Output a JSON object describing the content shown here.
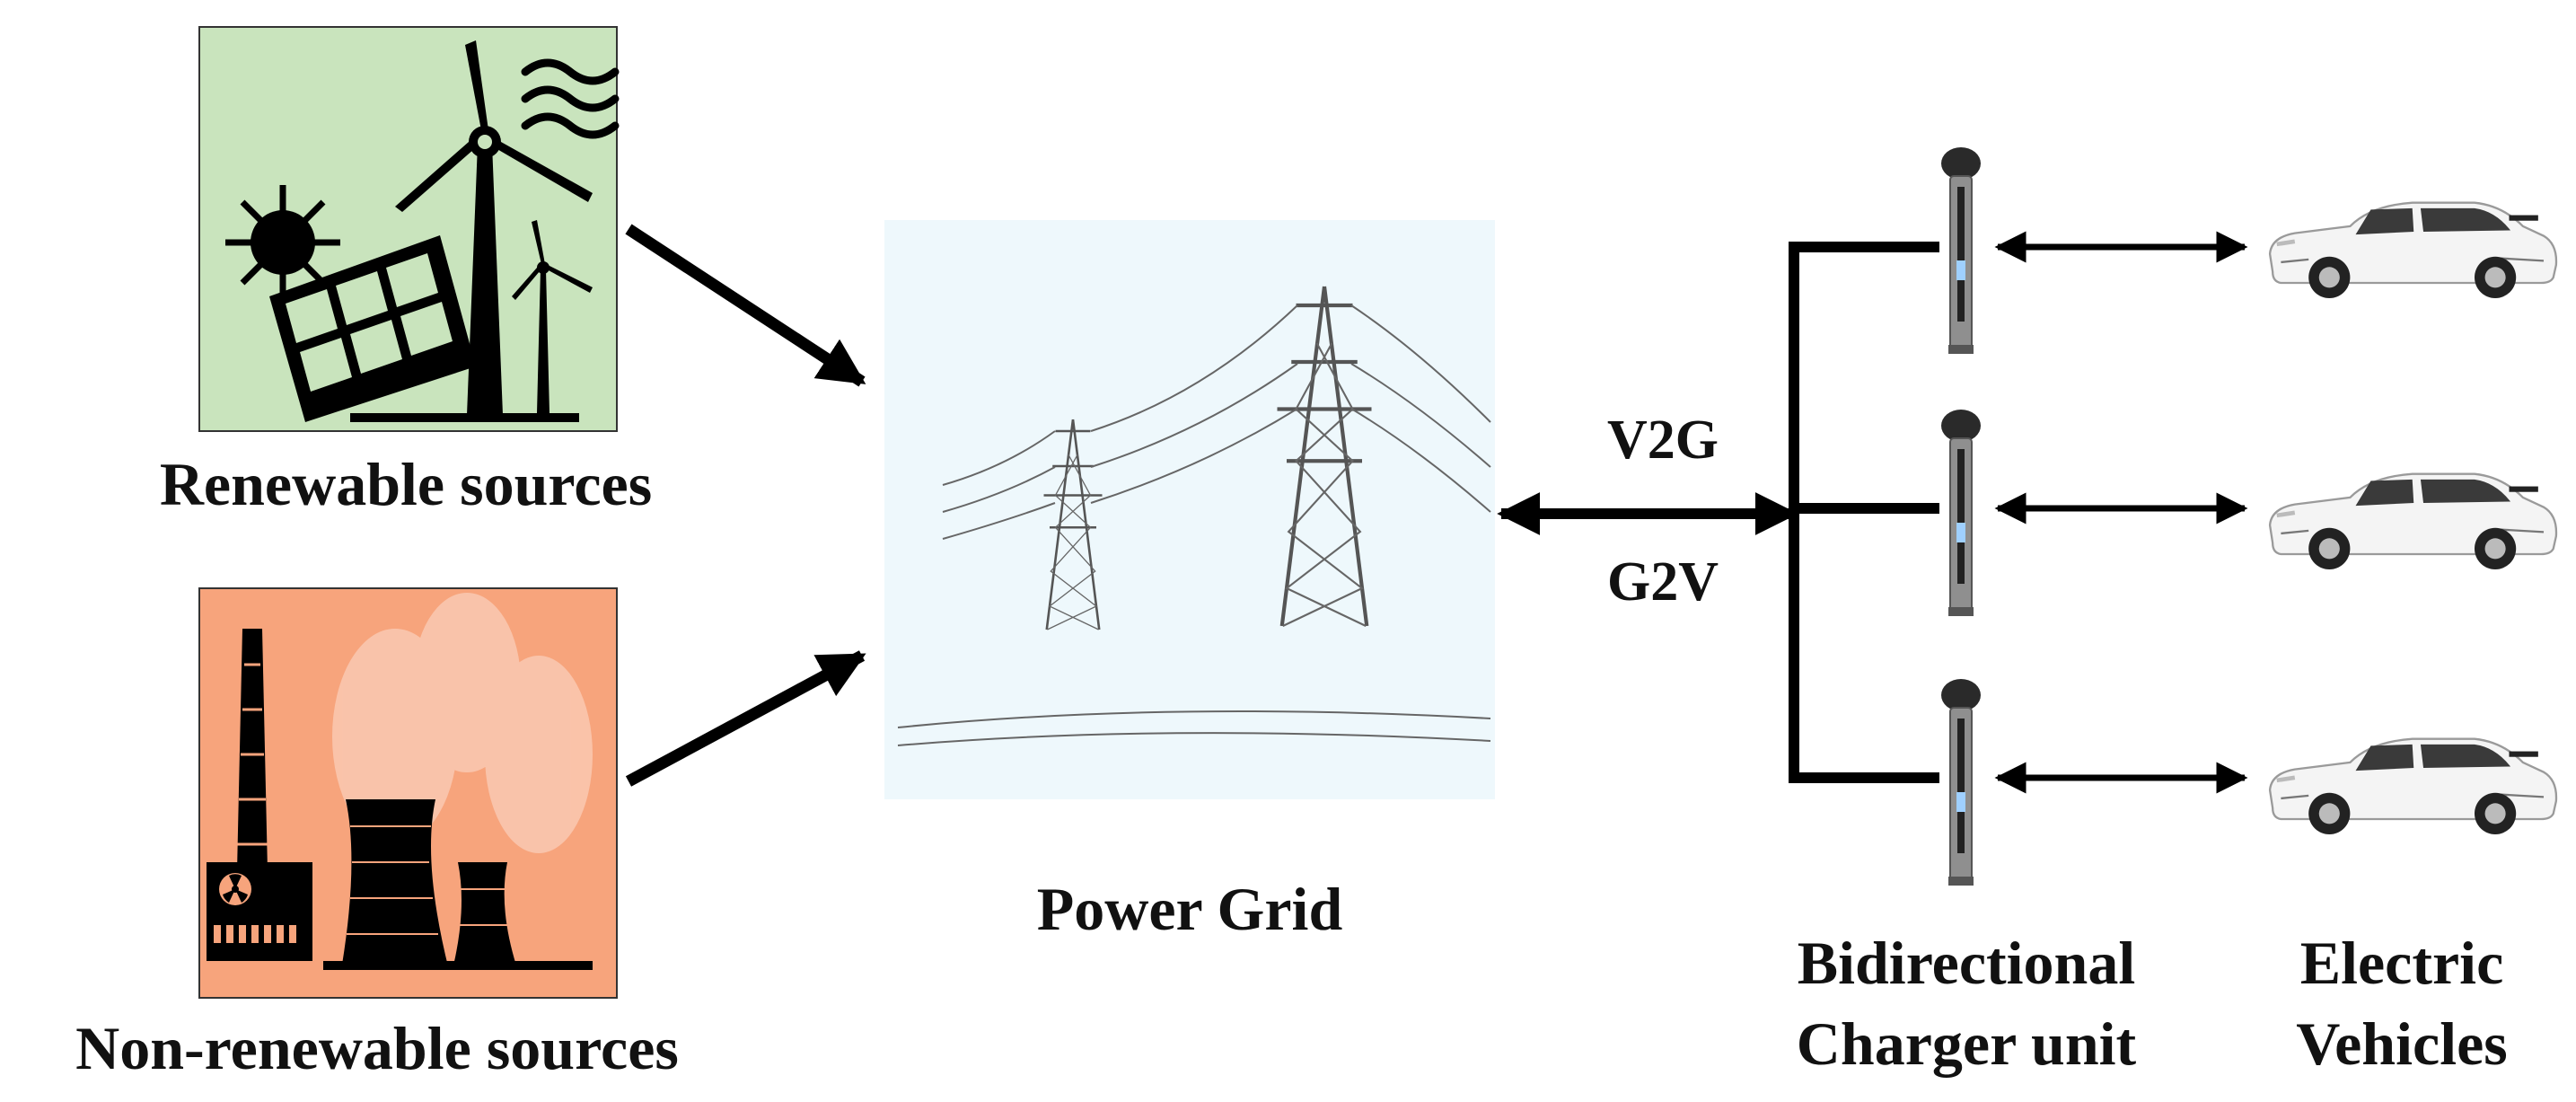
{
  "labels": {
    "renewable": "Renewable sources",
    "non_renewable": "Non-renewable sources",
    "power_grid": "Power Grid",
    "v2g": "V2G",
    "g2v": "G2V",
    "charger_line1": "Bidirectional",
    "charger_line2": "Charger unit",
    "ev_line1": "Electric",
    "ev_line2": "Vehicles"
  },
  "colors": {
    "renewable_bg": "#c9e4bd",
    "non_renewable_bg": "#f7a47c",
    "grid_bg": "#eef8fc",
    "ink": "#000000",
    "charger_body": "#8f8f8f",
    "car_body": "#f4f4f4"
  },
  "icons": {
    "renewable": [
      "wind-turbine-icon",
      "solar-panel-icon",
      "sun-icon",
      "wind-waves-icon"
    ],
    "non_renewable": [
      "chimney-icon",
      "cooling-tower-icon",
      "nuclear-symbol-icon",
      "smoke-icon"
    ],
    "grid": "transmission-tower-icon",
    "charger": "ev-charger-icon",
    "vehicle": "suv-car-icon"
  }
}
